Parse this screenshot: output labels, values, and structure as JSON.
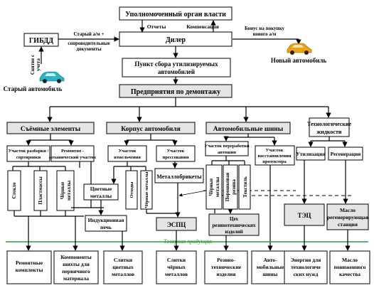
{
  "top": {
    "authority": "Уполномоченный орган власти",
    "reports": "Отчеты",
    "compensation": "Компенсация",
    "dealer": "Дилер",
    "gibdd": "ГИБДД",
    "old_car_docs": [
      "Старый а/м +",
      "сопроводительные",
      "документы"
    ],
    "deregistration": [
      "Снятие с",
      "учета"
    ],
    "old_car": "Старый автомобиль",
    "bonus": [
      "Бонус на покупку",
      "нового а/м"
    ],
    "new_car": "Новый автомобиль",
    "collection_point": [
      "Пункт сбора утилизируемых",
      "автомобилей"
    ],
    "dismantling": "Предприятия по демонтажу"
  },
  "categories": {
    "removable": "Съёмные элементы",
    "body": "Корпус автомобиля",
    "tires": "Автомобильные шины",
    "fluids": [
      "Технологические",
      "жидкости"
    ]
  },
  "sections": {
    "sorting": [
      "Участок разборки /",
      "сортировки"
    ],
    "repair": [
      "Ремонтно -",
      "механический участок"
    ],
    "fragmentation": [
      "Участок",
      "измельчения"
    ],
    "pressing": [
      "Участок",
      "прессования"
    ],
    "tire_processing": [
      "Участок переработки",
      "автошин"
    ],
    "tread_restoration": [
      "Участок",
      "восстановления",
      "протектора"
    ],
    "utilization": "Утилизация",
    "regeneration": "Регенерация"
  },
  "vertical": {
    "glass": "Стекло",
    "plastics": "Пластмассы",
    "black_metals_1": [
      "Чёрные",
      "металлы"
    ],
    "scrap": "Отходы",
    "black_metals_2": "Чёрные металлы",
    "black_metals_3": [
      "Чёрные",
      "металлы"
    ],
    "powder_rubber": [
      "Порошковая",
      "резина"
    ],
    "textile": "Текстиль"
  },
  "middle": {
    "nonferrous": [
      "Цветные",
      "металлы"
    ],
    "metal_briquettes": "Металлобрикеты",
    "induction_furnace": [
      "Индукционная",
      "печь"
    ],
    "espc": "ЭСПЦ",
    "rti_shop": [
      "Цех",
      "резинотехнических",
      "изделий"
    ],
    "tec": "ТЭЦ",
    "oil_regen": [
      "Масло",
      "регенерирующая",
      "станция"
    ]
  },
  "commodity_label": "Товарная продукция",
  "products": [
    [
      "Ремонтные",
      "комплекты"
    ],
    [
      "Компоненты",
      "шихты для",
      "первичного",
      "материала"
    ],
    [
      "Слитки",
      "цветных",
      "металлов"
    ],
    [
      "Слитки",
      "чёрных",
      "металлов"
    ],
    [
      "Резино-",
      "технические",
      "изделия"
    ],
    [
      "Авто-",
      "мобильные",
      "шины"
    ],
    [
      "Энергия для",
      "технологиче",
      "ских нужд"
    ],
    [
      "Масло",
      "пониженного",
      "качества"
    ]
  ],
  "icons": {
    "old_car_color": "#2bb5c4",
    "new_car_color": "#e8a317",
    "grey_box": "#e4e4e4",
    "commodity_line": "#2f9a3a"
  }
}
